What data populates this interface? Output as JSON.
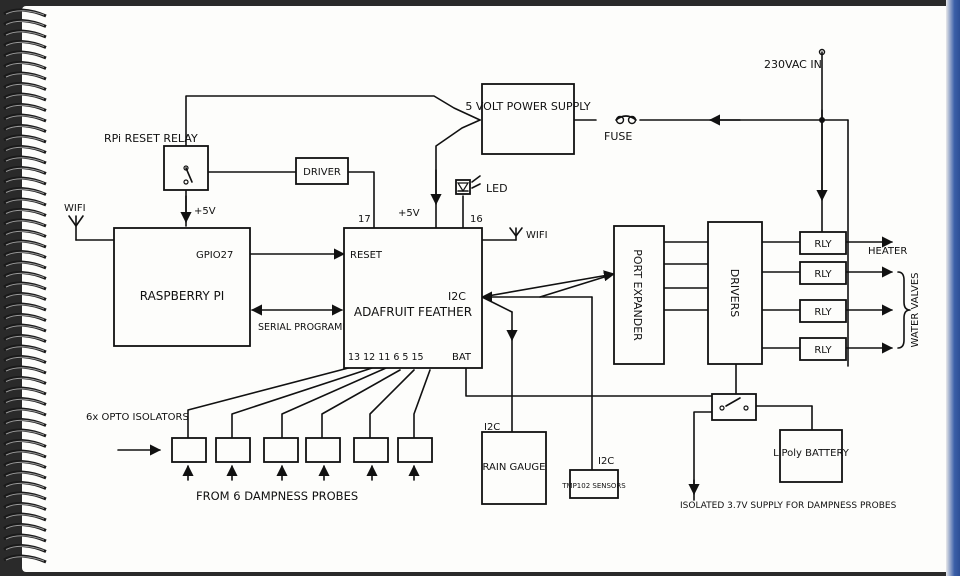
{
  "labels": {
    "mains_in": "230VAC IN",
    "power_supply": "5 VOLT POWER SUPPLY",
    "fuse": "FUSE",
    "rpi_relay": "RPi RESET RELAY",
    "driver": "DRIVER",
    "led": "LED",
    "wifi_left": "WIFI",
    "wifi_right": "WIFI",
    "plus5v_left": "+5V",
    "plus5v_mid": "+5V",
    "pin17": "17",
    "pin16": "16",
    "raspberry_pi": "RASPBERRY PI",
    "gpio27": "GPIO27",
    "serial_programming": "SERIAL PROGRAMMING",
    "feather": "ADAFRUIT FEATHER",
    "reset": "RESET",
    "i2c_feather": "I2C",
    "feather_pins": "13 12 11 6 5 15",
    "bat": "BAT",
    "port_expander": "PORT EXPANDER",
    "drivers": "DRIVERS",
    "rly": "RLY",
    "heater": "HEATER",
    "water_valves": "WATER VALVES",
    "opto": "6x OPTO ISOLATORS",
    "probes": "FROM 6 DAMPNESS PROBES",
    "i2c_rain": "I2C",
    "rain_gauge": "RAIN GAUGE",
    "i2c_tmp": "I2C",
    "tmp_sensors": "TMP102 SENSORS",
    "lipoly": "LiPoly BATTERY",
    "isolated_supply": "ISOLATED 3.7V SUPPLY FOR DAMPNESS PROBES"
  },
  "colors": {
    "paper": "#fdfdfb",
    "ink": "#111111",
    "binding": "#2d4f96"
  }
}
